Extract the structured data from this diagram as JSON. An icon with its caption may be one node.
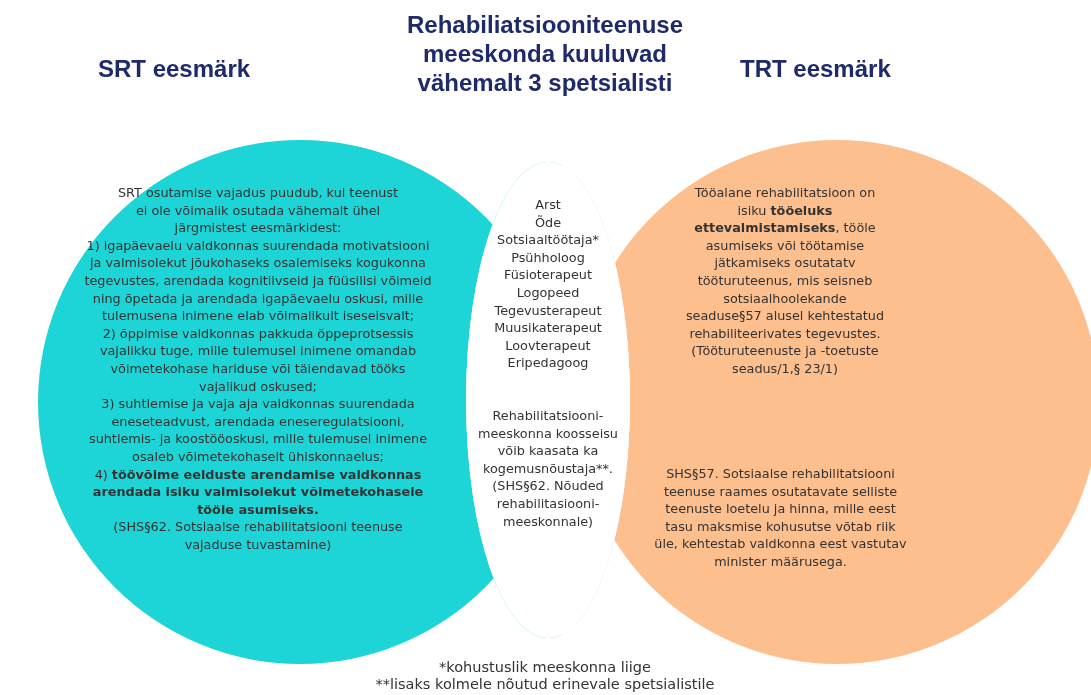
{
  "diagram": {
    "title": "Rehabiliatsiooniteenuse meeskonda kuuluvad vähemalt 3 spetsialisti",
    "nodes": [
      {
        "text": [
          "SRT eesmärk",
          "SRT osutamise vajadus puudub, kui teenust ei ole võimalik osutada vähemalt ühel järgmistest eesmärkidest:",
          "1) igapäevaelu valdkonnas suurendada motivatsiooni ja valmisolekut jõukohaseks osalemiseks kogukonna tegevustes, arendada kognitiivseid ja füüsilisi võimeid ning õpetada ja arendada igapäevaelu oskusi, mille tulemusena inimene elab võimalikult iseseisvalt;",
          "2) õppimise valdkonnas pakkuda õppeprotsessis vajalikku tuge, mille tulemusel inimene omandab võimetekohase hariduse või täiendavad tööks vajalikud oskused;",
          "3) suhtlemise ja vaja aja valdkonnas suurendada eneseteadvust, arendada eneseregulatsiooni, suhtlemis- ja koostööoskusi, mille tulemusel inimene osaleb võimetekohaselt ühiskonnaelus;",
          "4) **töövõime eelduste arendamise valdkonnas arendada isiku valmisolekut võimetekohasele tööle asumiseks.**",
          "(SHS§62. Sotsiaalse rehabilitatsiooni teenuse vajaduse tuvastamine)"
        ]
      },
      {
        "text": [
          "Arst",
          "Õde",
          "Sotsiaaltöötaja*",
          "Psühholoog",
          "Füsioterapeut",
          "Logopeed",
          "Tegevusterapeut",
          "Muusikaterapeut",
          "Loovterapeut",
          "Eripedagoog",
          "Rehabilitatsiooni- meeskonna koosseisu võib kaasata ka kogemusnõustaja**. (SHS§62. Nõuded rehabilitasiooni- meeskonnale)"
        ]
      },
      {
        "text": [
          "TRT eesmärk",
          "Tööalane rehabilitatsioon on isiku **tööeluks ettevalmistamiseks**, tööle asumiseks või töötamise jätkamiseks osutatatv tööturuteenus, mis seisneb sotsiaalhoolekande seaduse§57 alusel kehtestatud rehabiliteerivates tegevustes. (Tööturuteenuste ja -toetuste seadus/1,§ 23/1)",
          "SHS§57. Sotsiaalse rehabilitatsiooni teenuse raames osutatavate selliste teenuste loetelu ja hinna, mille eest tasu maksmise kohusutse võtab riik üle, kehtestab valdkonna eest vastutav minister  määrusega."
        ]
      }
    ],
    "labels": [
      "*kohustuslik meeskonna liige",
      "**lisaks kolmele nõutud erinevale spetsialistile"
    ]
  }
}
